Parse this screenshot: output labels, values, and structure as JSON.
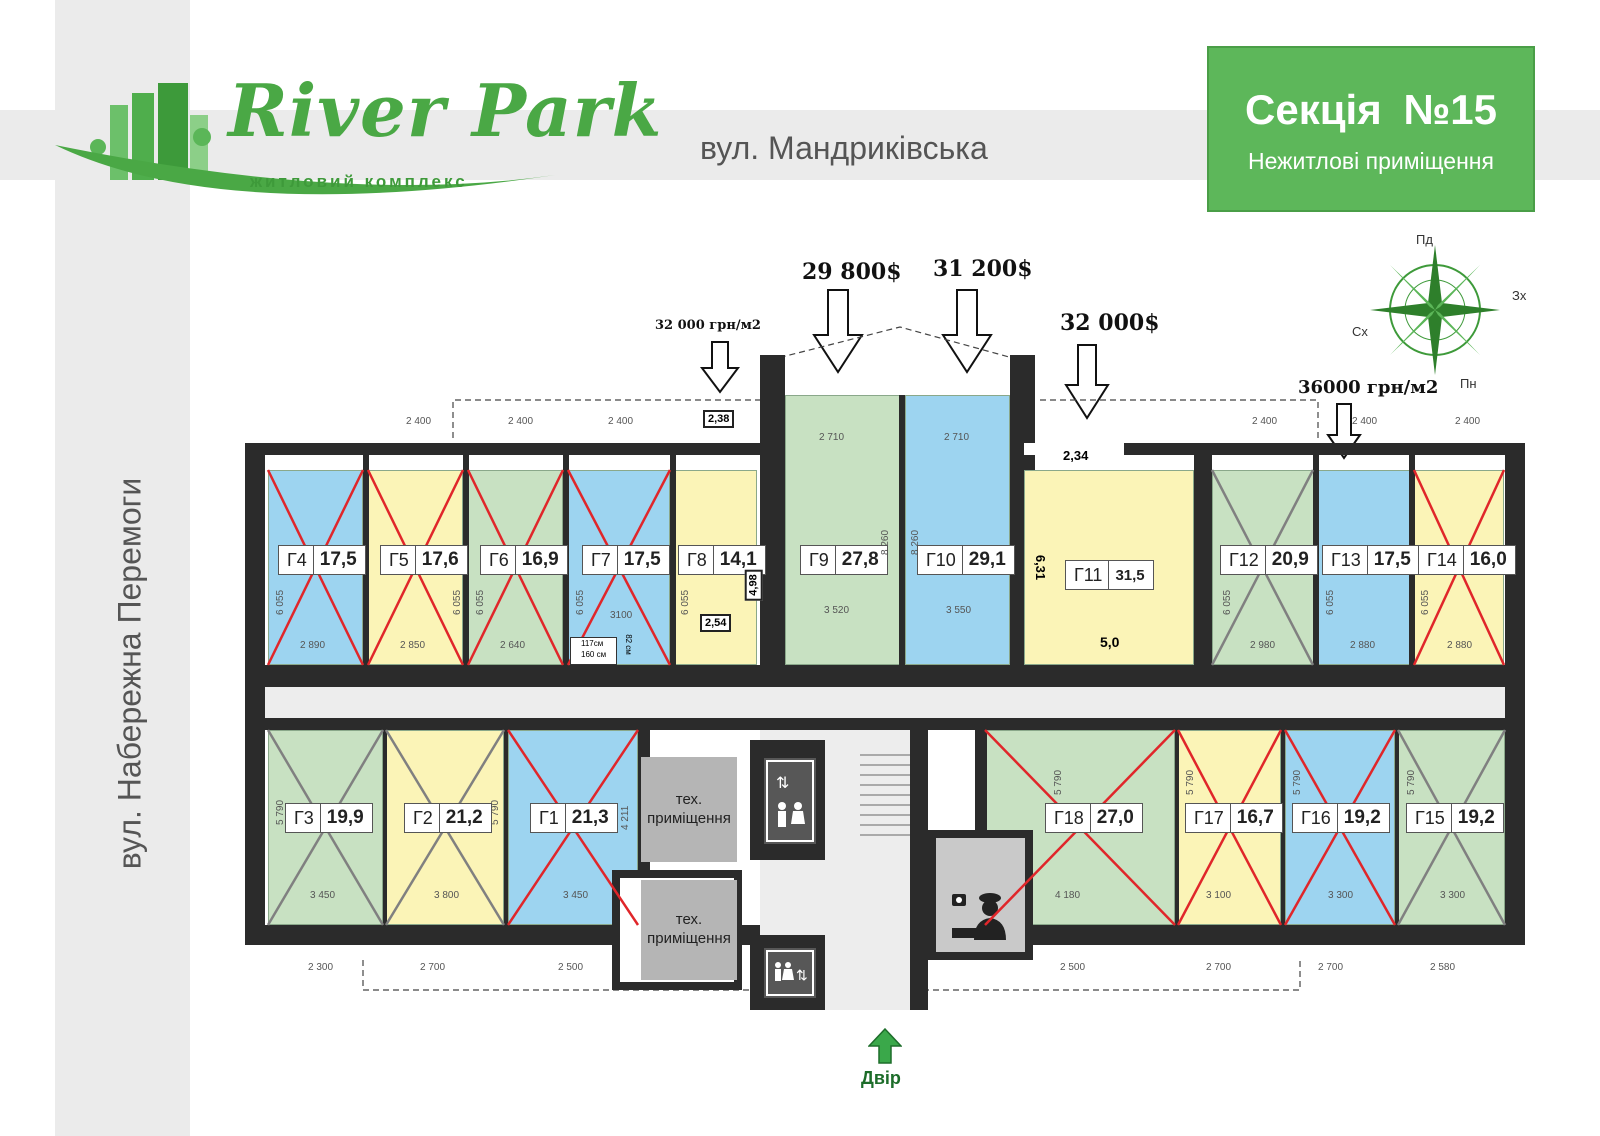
{
  "header": {
    "logo_title": "River Park",
    "logo_subtitle": "житловий комплекс",
    "street_top": "вул. Мандриківська",
    "street_left": "вул. Набережна Перемоги",
    "section_title": "Секція №15",
    "section_subtitle": "Нежитлові приміщення"
  },
  "compass": {
    "n": "Пд",
    "e": "Зх",
    "w": "Сх",
    "s": "Пн"
  },
  "prices": {
    "g8_price": "32 000 грн/м2",
    "g9_price": "29 800$",
    "g10_price": "31 200$",
    "g11_price": "32 000$",
    "g13_price": "36000 грн/м2"
  },
  "rooms_top": [
    {
      "id": "Г4",
      "area": "17,5",
      "color": "blue",
      "sold": "red"
    },
    {
      "id": "Г5",
      "area": "17,6",
      "color": "yellow",
      "sold": "red"
    },
    {
      "id": "Г6",
      "area": "16,9",
      "color": "green",
      "sold": "red"
    },
    {
      "id": "Г7",
      "area": "17,5",
      "color": "blue",
      "sold": "red"
    },
    {
      "id": "Г8",
      "area": "14,1",
      "color": "yellow",
      "sold": ""
    },
    {
      "id": "Г9",
      "area": "27,8",
      "color": "green",
      "sold": ""
    },
    {
      "id": "Г10",
      "area": "29,1",
      "color": "blue",
      "sold": ""
    },
    {
      "id": "Г11",
      "area": "31,5",
      "color": "yellow",
      "sold": ""
    },
    {
      "id": "Г12",
      "area": "20,9",
      "color": "green",
      "sold": "gray"
    },
    {
      "id": "Г13",
      "area": "17,5",
      "color": "blue",
      "sold": ""
    },
    {
      "id": "Г14",
      "area": "16,0",
      "color": "yellow",
      "sold": "red"
    }
  ],
  "rooms_bottom": [
    {
      "id": "Г3",
      "area": "19,9",
      "color": "green",
      "sold": "gray"
    },
    {
      "id": "Г2",
      "area": "21,2",
      "color": "yellow",
      "sold": "gray"
    },
    {
      "id": "Г1",
      "area": "21,3",
      "color": "blue",
      "sold": "red"
    },
    {
      "id": "Г18",
      "area": "27,0",
      "color": "green",
      "sold": "red"
    },
    {
      "id": "Г17",
      "area": "16,7",
      "color": "yellow",
      "sold": "red"
    },
    {
      "id": "Г16",
      "area": "19,2",
      "color": "blue",
      "sold": "red"
    },
    {
      "id": "Г15",
      "area": "19,2",
      "color": "green",
      "sold": "gray"
    }
  ],
  "dims_top": [
    "2 400",
    "2 400",
    "2 400",
    "2 710",
    "2 710",
    "2 400",
    "2 400",
    "2 400"
  ],
  "dims_room_top": [
    "2 890",
    "2 850",
    "2 640",
    "3100",
    "3 520",
    "3 550",
    "2 980",
    "2 880",
    "2 880"
  ],
  "dims_vertical": [
    "6 055",
    "8 260",
    "5 790",
    "4 211"
  ],
  "dims_bottom": [
    "2 300",
    "2 700",
    "2 500",
    "2 500",
    "2 700",
    "2 700",
    "2 580"
  ],
  "dims_room_bottom": [
    "3 450",
    "3 800",
    "3 450",
    "4 180",
    "3 100",
    "3 300",
    "3 300"
  ],
  "small_labels": {
    "b238": "2,38",
    "b254": "2,54",
    "b498": "4,98",
    "b234": "2,34",
    "b631": "6,31",
    "b50": "5,0",
    "bath_w": "117см",
    "bath_l": "160 см",
    "bath_h": "82 см"
  },
  "tech_rooms": [
    "тех. приміщення",
    "тех. приміщення"
  ],
  "entrance": "Двір"
}
